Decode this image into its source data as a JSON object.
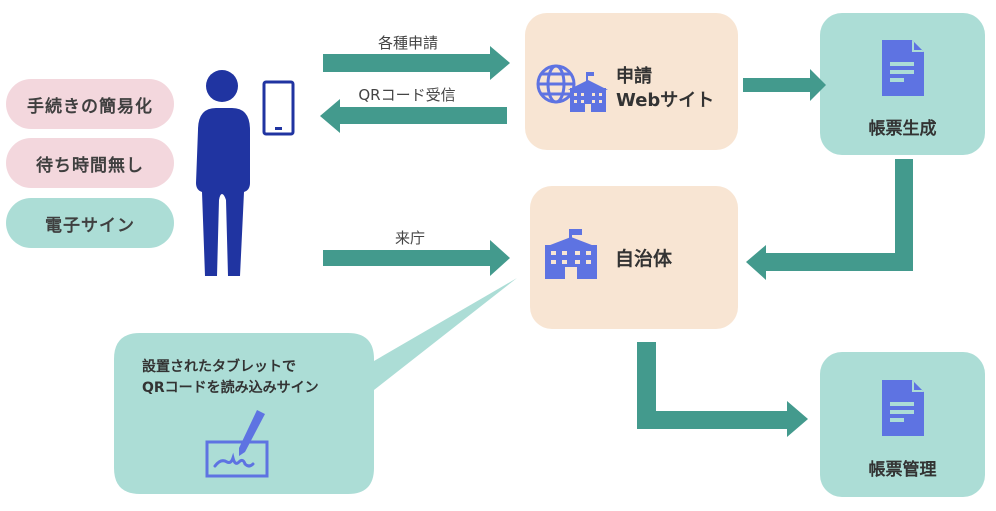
{
  "colors": {
    "pink_pill": "#f3d7dd",
    "teal_light": "#acddd6",
    "peach": "#f8e5d3",
    "arrow": "#439a8d",
    "icon_blue": "#5e73e2",
    "person_blue": "#2034a1"
  },
  "benefits": [
    {
      "label": "手続きの簡易化",
      "style": "pink"
    },
    {
      "label": "待ち時間無し",
      "style": "pink"
    },
    {
      "label": "電子サイン",
      "style": "teal"
    }
  ],
  "actor": {
    "icon": "person-with-tablet-icon"
  },
  "arrows": {
    "apply_label": "各種申請",
    "qr_label": "QRコード受信",
    "visit_label": "来庁"
  },
  "nodes": {
    "website": {
      "line1": "申請",
      "line2": "Webサイト",
      "icon": "globe-building-icon"
    },
    "form_generation": {
      "label": "帳票生成",
      "icon": "document-icon"
    },
    "municipality": {
      "label": "自治体",
      "icon": "building-icon"
    },
    "form_management": {
      "label": "帳票管理",
      "icon": "document-icon"
    }
  },
  "callout": {
    "line1": "設置されたタブレットで",
    "line2": "QRコードを読み込みサイン",
    "icon": "signature-pen-icon"
  }
}
